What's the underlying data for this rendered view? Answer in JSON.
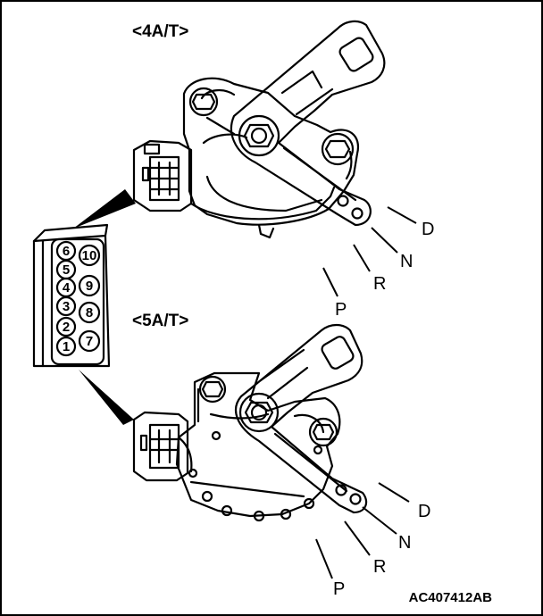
{
  "diagram": {
    "titles": {
      "top": "<4A/T>",
      "bottom": "<5A/T>"
    },
    "positions_top": [
      "D",
      "N",
      "R",
      "P"
    ],
    "positions_bottom": [
      "D",
      "N",
      "R",
      "P"
    ],
    "connector_pins": [
      "6",
      "10",
      "5",
      "9",
      "4",
      "8",
      "3",
      "2",
      "7",
      "1"
    ],
    "figure_code": "AC407412AB"
  }
}
